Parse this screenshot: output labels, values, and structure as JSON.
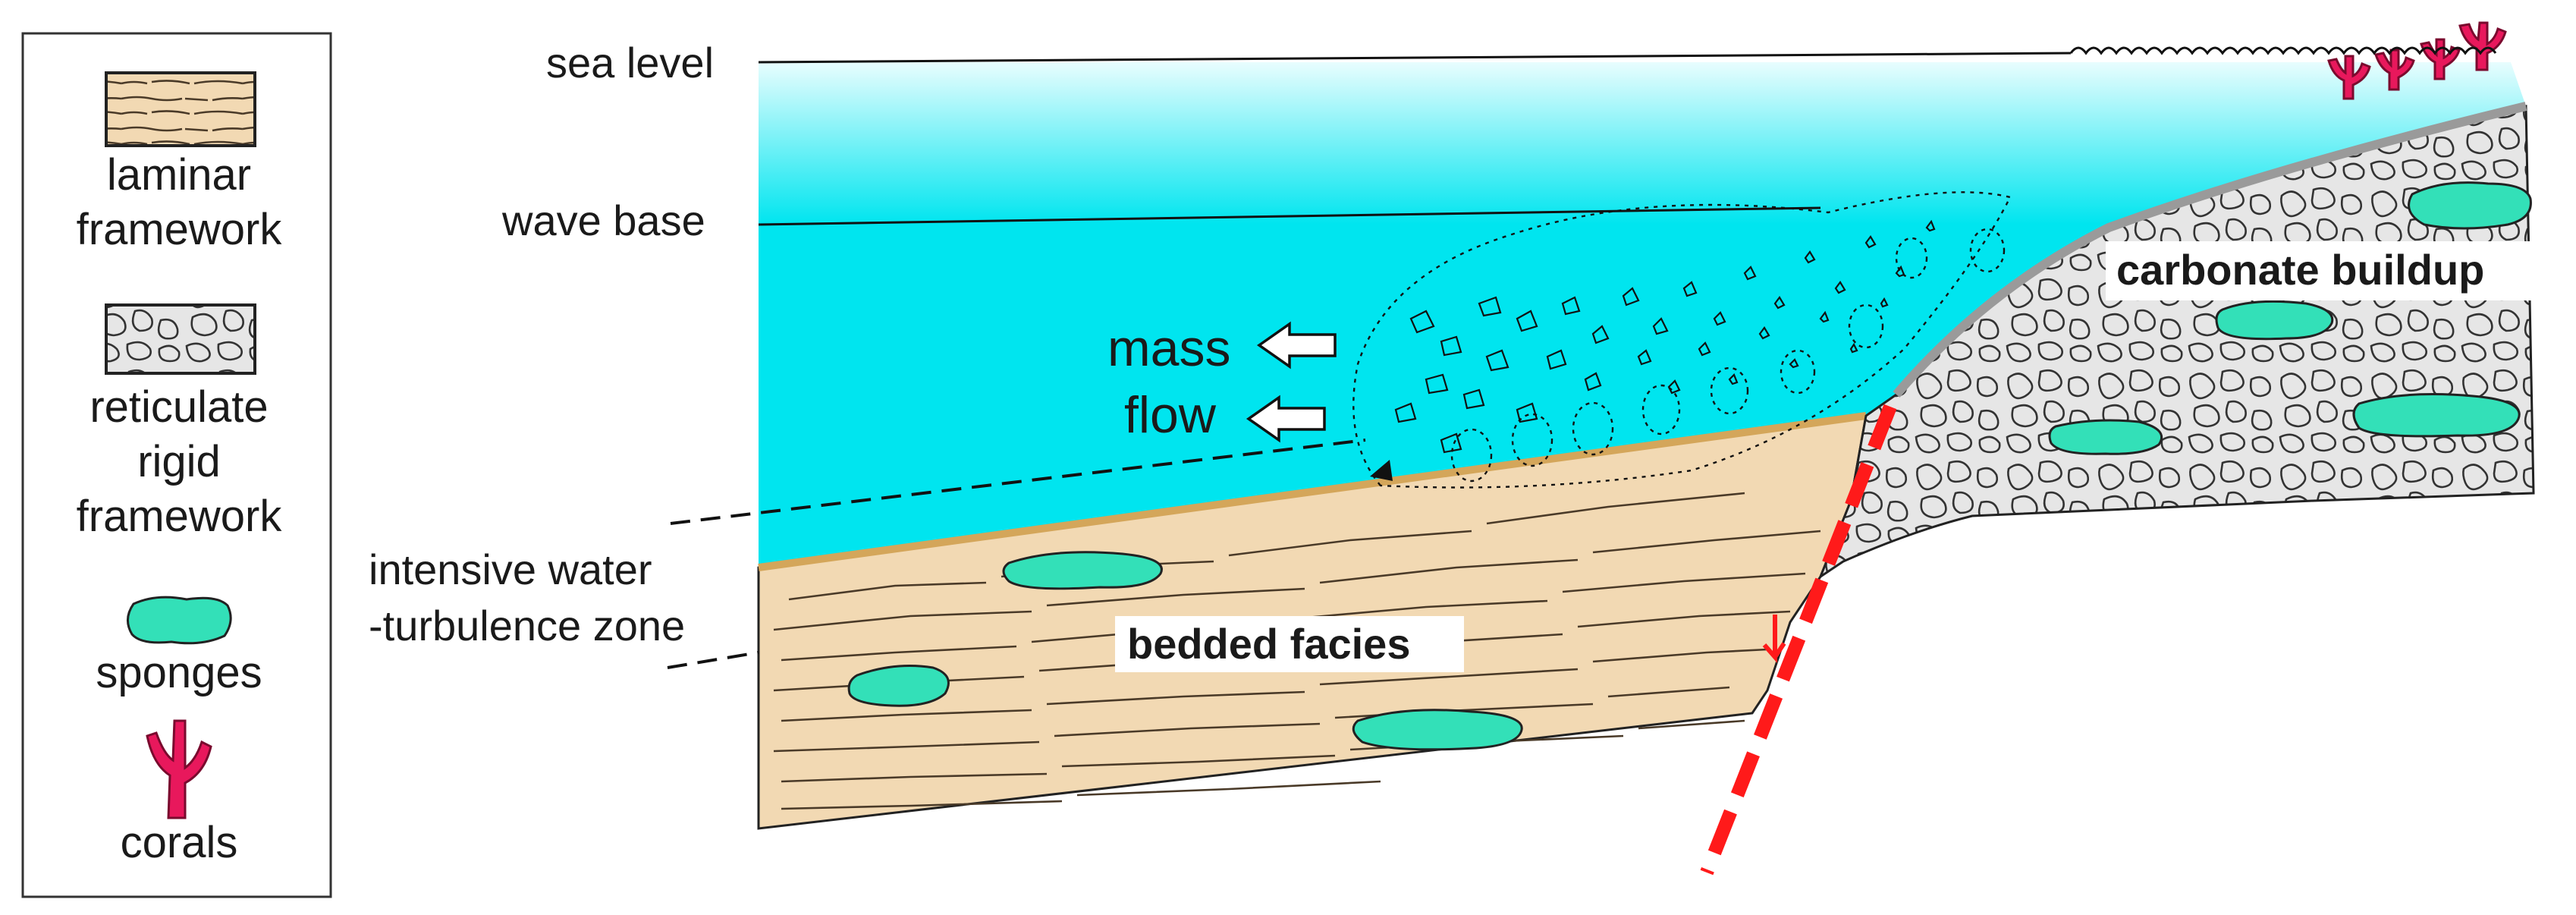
{
  "legend": {
    "items": [
      {
        "lines": [
          "laminar",
          "framework"
        ],
        "icon": "laminar-framework-swatch"
      },
      {
        "lines": [
          "reticulate",
          "rigid",
          "framework"
        ],
        "icon": "reticulate-framework-swatch"
      },
      {
        "lines": [
          "sponges"
        ],
        "icon": "sponge-icon"
      },
      {
        "lines": [
          "corals"
        ],
        "icon": "coral-icon"
      }
    ]
  },
  "labels": {
    "sea_level": "sea level",
    "wave_base": "wave base",
    "turbulence_zone": [
      "intensive water",
      "-turbulence zone"
    ],
    "mass_flow": [
      "mass",
      "flow"
    ],
    "carbonate_buildup": "carbonate buildup",
    "bedded_facies": "bedded facies"
  },
  "colors": {
    "water": "#00e5ef",
    "water_light": "#d8fbfd",
    "laminar": "#f2d9b3",
    "reticulate": "#e6e6e6",
    "sponge": "#33e0b8",
    "coral": "#e8185c",
    "fault": "#ff1a1a"
  }
}
